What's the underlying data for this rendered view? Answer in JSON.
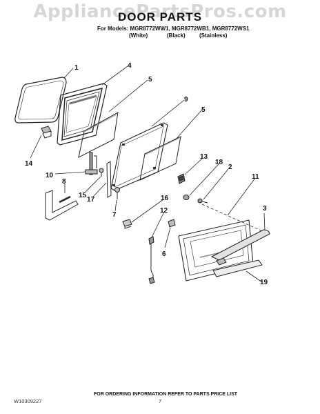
{
  "watermark": "AppliancePartsPros.com",
  "title": "DOOR PARTS",
  "models_line": "For Models: MGR8772WW1, MGR8772WB1, MGR8772WS1",
  "finishes": [
    "(White)",
    "(Black)",
    "(Stainless)"
  ],
  "callouts": [
    "1",
    "4",
    "5",
    "9",
    "5",
    "14",
    "13",
    "18",
    "2",
    "10",
    "8",
    "15",
    "17",
    "11",
    "3",
    "16",
    "7",
    "12",
    "6",
    "19"
  ],
  "footer": "FOR ORDERING INFORMATION REFER TO PARTS PRICE LIST",
  "doc_number": "W10309227",
  "page_number": "7"
}
